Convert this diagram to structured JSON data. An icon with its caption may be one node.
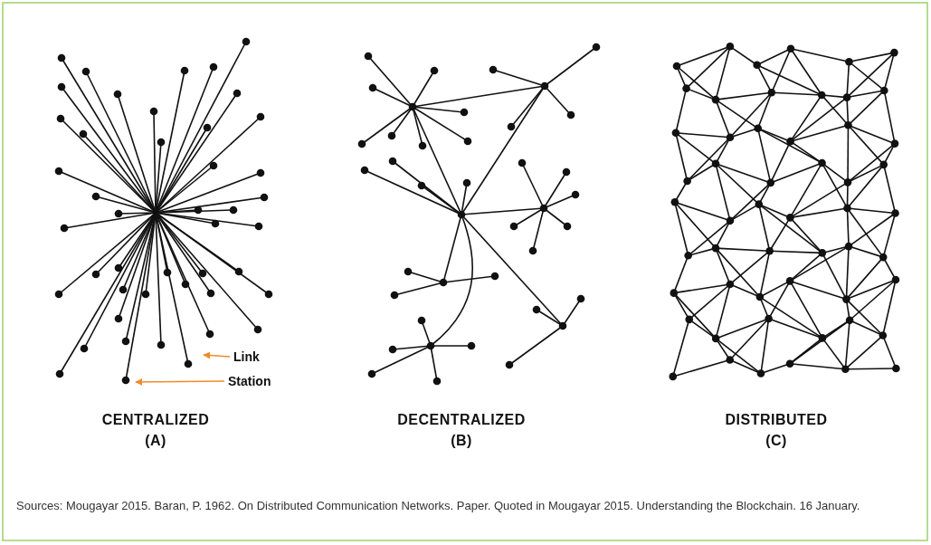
{
  "diagram": {
    "caption": "Sources: Mougayar 2015. Baran, P. 1962. On Distributed Communication Networks. Paper. Quoted in Mougayar 2015. Understanding the Blockchain. 16 January.",
    "nodes": [
      {
        "text": [
          "Link"
        ]
      },
      {
        "text": [
          "Station"
        ]
      }
    ],
    "edges": [
      {
        "from": 0,
        "to": null,
        "arrow": "to"
      },
      {
        "from": 1,
        "to": null,
        "arrow": "to"
      }
    ],
    "labels": [
      "CENTRALIZED",
      "(A)",
      "DECENTRALIZED",
      "(B)",
      "DISTRIBUTED",
      "(C)"
    ]
  }
}
